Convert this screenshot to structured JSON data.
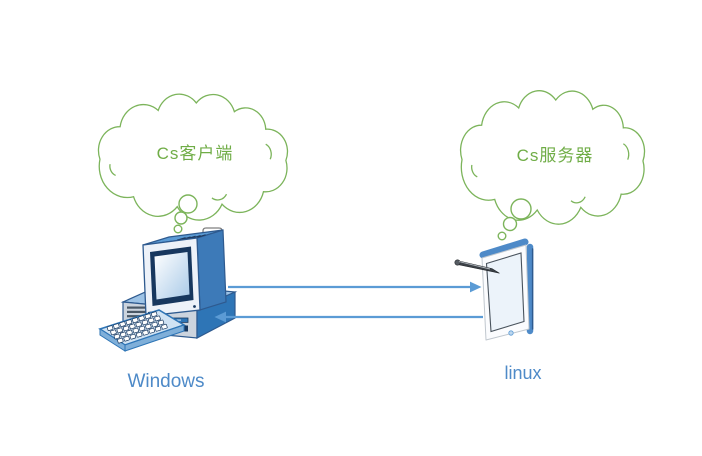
{
  "diagram": {
    "background_color": "#FFFFFF",
    "clouds": {
      "left": {
        "label": "Cs客户端",
        "outline_color": "#7CB45B",
        "text_color": "#70AD47"
      },
      "right": {
        "label": "Cs服务器",
        "outline_color": "#7CB45B",
        "text_color": "#70AD47"
      }
    },
    "nodes": {
      "left": {
        "label": "Windows",
        "icon": "desktop-computer-icon",
        "label_color": "#4E8AC8"
      },
      "right": {
        "label": "linux",
        "icon": "tablet-stylus-icon",
        "label_color": "#4E8AC8"
      }
    },
    "arrows": {
      "color": "#5B9BD5",
      "top": {
        "direction": "left-to-right"
      },
      "bottom": {
        "direction": "right-to-left"
      }
    }
  }
}
